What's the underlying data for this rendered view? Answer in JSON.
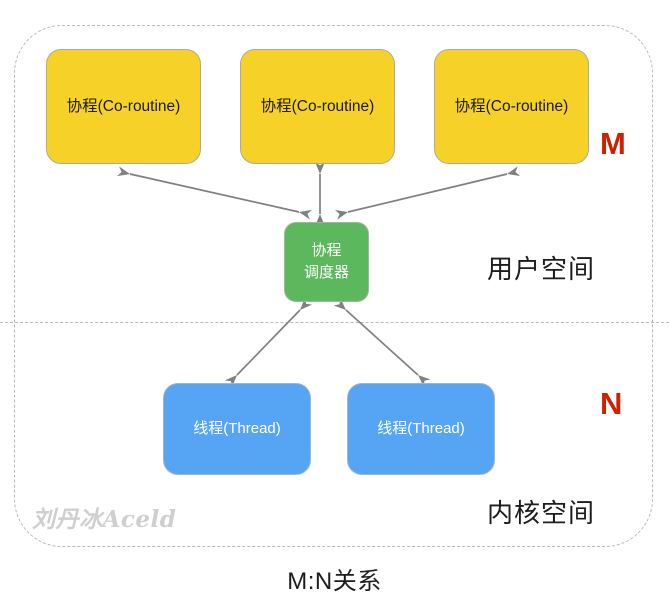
{
  "diagram": {
    "caption": "M:N关系",
    "watermark": "刘丹冰Aceld",
    "regions": {
      "user_space": {
        "label": "用户空间",
        "count_label": "M",
        "count_color": "#cc2200"
      },
      "kernel_space": {
        "label": "内核空间",
        "count_label": "N",
        "count_color": "#cc2200"
      }
    },
    "coroutines": [
      {
        "label": "协程(Co-routine)",
        "color": "#f6d228"
      },
      {
        "label": "协程(Co-routine)",
        "color": "#f6d228"
      },
      {
        "label": "协程(Co-routine)",
        "color": "#f6d228"
      }
    ],
    "scheduler": {
      "line1": "协程",
      "line2": "调度器",
      "color": "#5cb85c"
    },
    "threads": [
      {
        "label": "线程(Thread)",
        "color": "#56a5f5"
      },
      {
        "label": "线程(Thread)",
        "color": "#56a5f5"
      }
    ],
    "connectors": {
      "style": "double-headed-arrow",
      "color": "#808080"
    }
  }
}
